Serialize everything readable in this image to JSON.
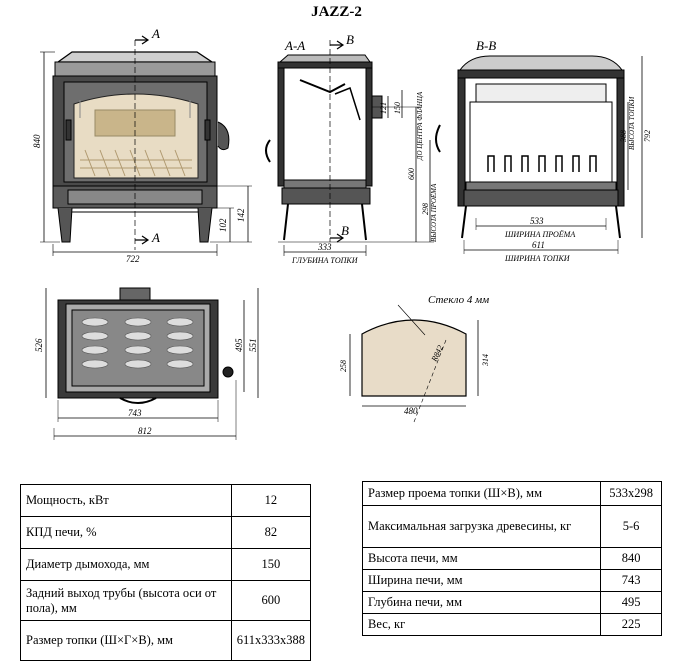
{
  "title": "JAZZ-2",
  "front_view": {
    "section_mark_top": "А",
    "section_mark_bottom": "А",
    "dim_height": "840",
    "dim_leg_height": "142",
    "dim_base": "102",
    "dim_width": "722"
  },
  "section_aa": {
    "label": "А-А",
    "mark_top": "В",
    "mark_bottom": "В",
    "dim_121": "121",
    "dim_150": "150",
    "dim_600": "600",
    "dim_600_note": "ДО ЦЕНТРА ФЛАНЦА",
    "dim_298": "298",
    "dim_298_note": "ВЫСОТА ПРОЁМА",
    "dim_depth": "333",
    "dim_depth_note": "ГЛУБИНА ТОПКИ"
  },
  "section_bb": {
    "label": "В-В",
    "dim_388": "388",
    "dim_388_note": "ВЫСОТА ТОПКИ",
    "dim_792": "792",
    "dim_533": "533",
    "dim_533_note": "ШИРИНА ПРОЁМА",
    "dim_611": "611",
    "dim_611_note": "ШИРИНА ТОПКИ"
  },
  "top_view": {
    "dim_526": "526",
    "dim_495": "495",
    "dim_551": "551",
    "dim_743": "743",
    "dim_812": "812"
  },
  "glass": {
    "label": "Стекло 4 мм",
    "dim_258": "258",
    "dim_314": "314",
    "dim_r": "R842",
    "dim_480": "480"
  },
  "specs_left": [
    {
      "name": "Мощность, кВт",
      "value": "12"
    },
    {
      "name": "КПД печи, %",
      "value": "82"
    },
    {
      "name": "Диаметр дымохода, мм",
      "value": "150"
    },
    {
      "name": "Задний выход трубы (высота оси от пола), мм",
      "value": "600"
    },
    {
      "name": "Размер топки (Ш×Г×В), мм",
      "value": "611x333x388"
    }
  ],
  "specs_right": [
    {
      "name": "Размер проема топки (Ш×В), мм",
      "value": "533x298"
    },
    {
      "name": "Максимальная загрузка древесины, кг",
      "value": "5-6"
    },
    {
      "name": "Высота печи, мм",
      "value": "840"
    },
    {
      "name": "Ширина печи, мм",
      "value": "743"
    },
    {
      "name": "Глубина печи, мм",
      "value": "495"
    },
    {
      "name": "Вес, кг",
      "value": "225"
    }
  ]
}
